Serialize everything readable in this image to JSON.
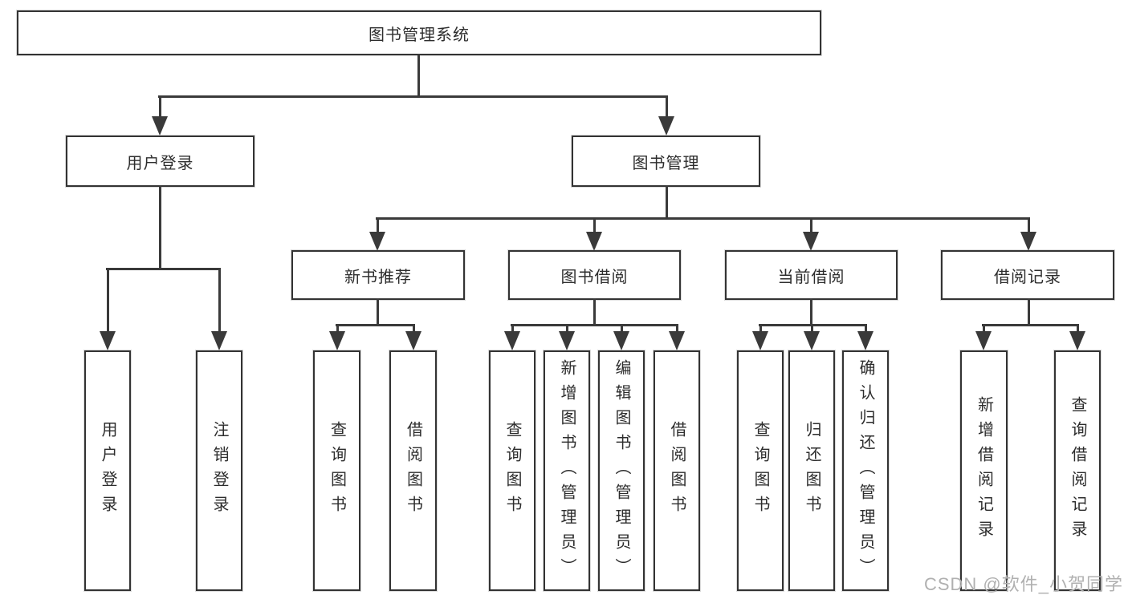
{
  "diagram": {
    "root": {
      "label": "图书管理系统"
    },
    "branches": [
      {
        "label": "用户登录",
        "children": [
          {
            "label": "用户登录"
          },
          {
            "label": "注销登录"
          }
        ]
      },
      {
        "label": "图书管理",
        "children": [
          {
            "label": "新书推荐",
            "children": [
              {
                "label": "查询图书"
              },
              {
                "label": "借阅图书"
              }
            ]
          },
          {
            "label": "图书借阅",
            "children": [
              {
                "label": "查询图书"
              },
              {
                "label": "新增图书（管理员）"
              },
              {
                "label": "编辑图书（管理员）"
              },
              {
                "label": "借阅图书"
              }
            ]
          },
          {
            "label": "当前借阅",
            "children": [
              {
                "label": "查询图书"
              },
              {
                "label": "归还图书"
              },
              {
                "label": "确认归还（管理员）"
              }
            ]
          },
          {
            "label": "借阅记录",
            "children": [
              {
                "label": "新增借阅记录"
              },
              {
                "label": "查询借阅记录"
              }
            ]
          }
        ]
      }
    ],
    "colors": {
      "line": "#3a3a3a",
      "box_border": "#333333",
      "text": "#2d2d2d",
      "background": "#ffffff",
      "watermark": "#b0b0b0"
    }
  },
  "watermark": {
    "text": "CSDN @软件_小贺同学"
  }
}
